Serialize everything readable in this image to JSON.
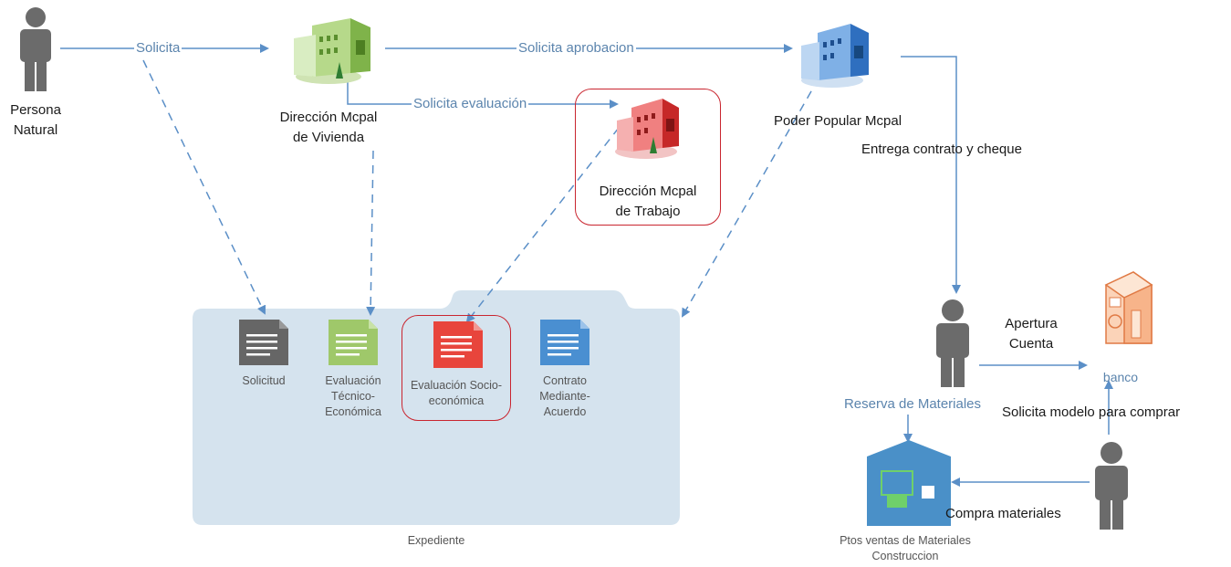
{
  "actors": {
    "persona_natural": "Persona\nNatural",
    "reserva": "Reserva de Materiales",
    "comprador": ""
  },
  "entities": {
    "vivienda": "Dirección Mcpal\nde Vivienda",
    "poder_popular": "Poder Popular Mcpal",
    "trabajo": "Dirección Mcpal\nde Trabajo",
    "banco": "banco",
    "ptos_ventas": "Ptos ventas de Materiales\nConstruccion"
  },
  "edges": {
    "solicita": "Solicita",
    "solicita_aprobacion": "Solicita  aprobacion",
    "solicita_evaluacion": "Solicita evaluación",
    "entrega_contrato": "Entrega contrato y cheque",
    "apertura_cuenta": "Apertura\nCuenta",
    "solicita_modelo": "Solicita modelo para comprar",
    "compra_materiales": "Compra materiales"
  },
  "expediente": {
    "label": "Expediente",
    "docs": [
      {
        "label": "Solicitud",
        "color": "#666666"
      },
      {
        "label": "Evaluación\nTécnico-\nEconómica",
        "color": "#9fc86a"
      },
      {
        "label": "Evaluación Socio-\neconómica",
        "color": "#e8453c"
      },
      {
        "label": "Contrato\nMediante-Acuerdo",
        "color": "#4a8fd1"
      }
    ]
  },
  "colors": {
    "arrow": "#5b8fc7",
    "highlight": "#c9252f",
    "folder": "#d5e3ee",
    "person": "#6b6b6b"
  }
}
